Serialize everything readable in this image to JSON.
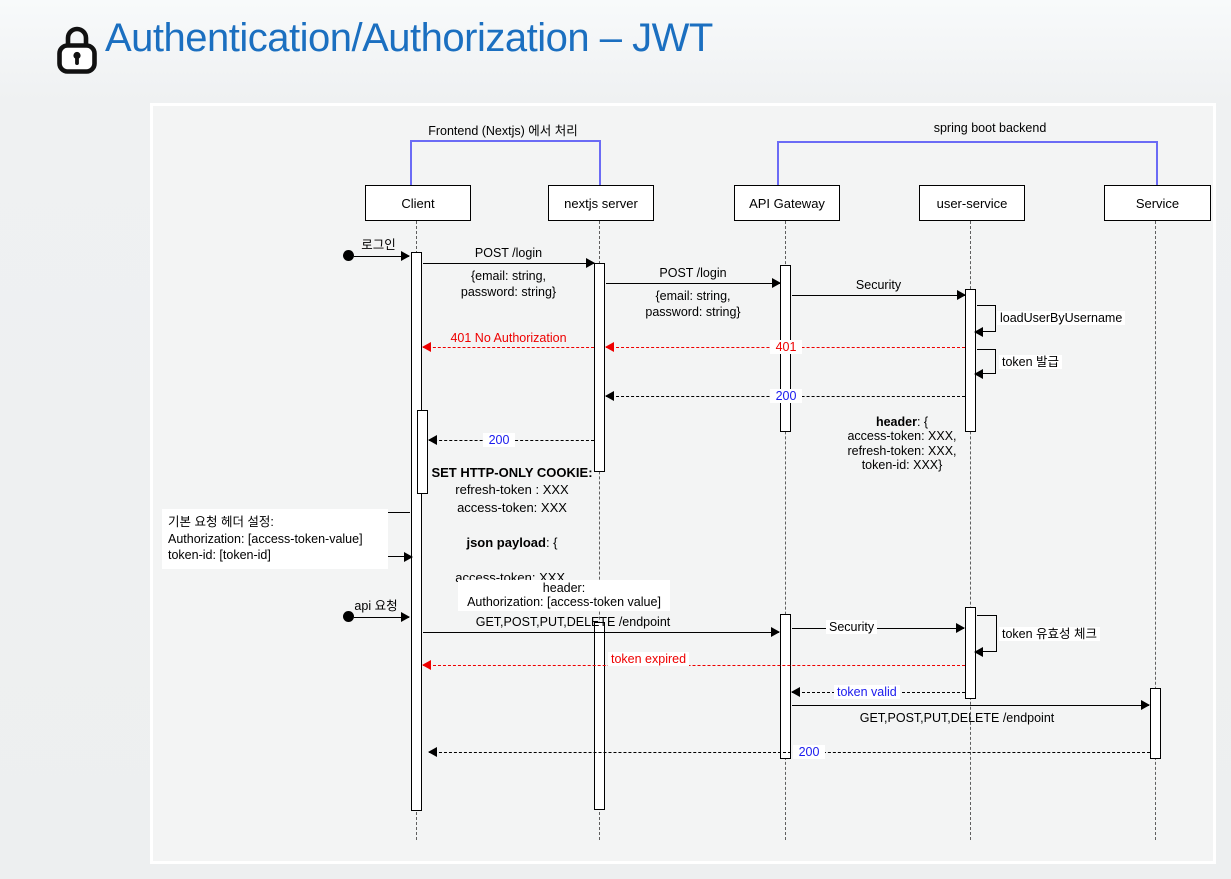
{
  "title": {
    "text": "Authentication/Authorization – JWT"
  },
  "groups": {
    "frontend": "Frontend (Nextjs) 에서 처리",
    "backend": "spring boot backend"
  },
  "lifelines": {
    "client": "Client",
    "nextjs": "nextjs server",
    "gateway": "API Gateway",
    "user_service": "user-service",
    "service": "Service"
  },
  "messages": {
    "login": "로그인",
    "post_login": "POST /login",
    "login_payload": "{email: string,\npassword: string}",
    "post_login2": "POST /login",
    "login_payload2": "{email: string,\npassword: string}",
    "security1": "Security",
    "load_user": "loadUserByUsername",
    "code_401": "401",
    "no_auth_401": "401 No Authorization",
    "token_issue": "token 발급",
    "code_200_a": "200",
    "code_200_b": "200",
    "code_200_c": "200",
    "api_request": "api 요청",
    "get_endpoint1": "GET,POST,PUT,DELETE /endpoint",
    "security2": "Security",
    "token_check": "token 유효성 체크",
    "token_expired": "token expired",
    "token_valid": "token valid",
    "get_endpoint2": "GET,POST,PUT,DELETE /endpoint"
  },
  "notes": {
    "header_response": {
      "bold": "header",
      "rest": ": {",
      "lines": "access-token: XXX,\nrefresh-token: XXX,\ntoken-id: XXX}"
    },
    "set_cookie": {
      "title": "SET HTTP-ONLY COOKIE:",
      "pre_lines": "refresh-token : XXX\naccess-token: XXX",
      "json_bold": "json payload",
      "json_rest": ": {",
      "post_lines": "access-token: XXX,\ntoken-id: XXX }"
    },
    "default_headers": "기본 요청 헤더 설정:\nAuthorization:  [access-token-value]\ntoken-id: [token-id]",
    "request_header": "header:\nAuthorization: [access-token value]"
  },
  "colors": {
    "title_blue": "#1b6fc0",
    "group_bracket_blue": "#6b6bf5",
    "error_red": "#ee0000",
    "status_blue": "#1a1aee"
  }
}
